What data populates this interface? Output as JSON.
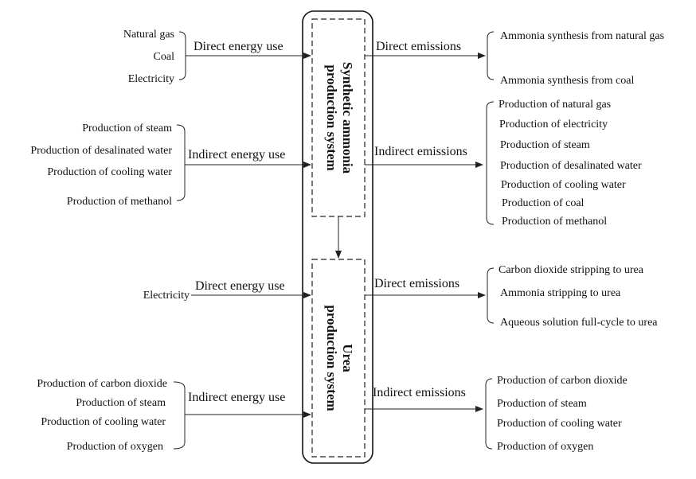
{
  "systems": {
    "synthetic": {
      "line1": "Synthetic ammonia",
      "line2": "production system"
    },
    "urea": {
      "line1": "Urea",
      "line2": "production system"
    }
  },
  "flows": {
    "direct_energy_use": "Direct energy use",
    "indirect_energy_use": "Indirect energy use",
    "direct_emissions": "Direct emissions",
    "indirect_emissions": "Indirect emissions"
  },
  "ammonia_direct_inputs": [
    "Natural gas",
    "Coal",
    "Electricity"
  ],
  "ammonia_indirect_inputs": [
    "Production of steam",
    "Production of desalinated water",
    "Production of cooling water",
    "Production of methanol"
  ],
  "ammonia_direct_outputs": [
    "Ammonia synthesis from natural gas",
    "Ammonia synthesis from coal"
  ],
  "ammonia_indirect_outputs": [
    "Production of natural gas",
    "Production of electricity",
    "Production of steam",
    "Production of desalinated water",
    "Production of cooling water",
    "Production of coal",
    "Production of methanol"
  ],
  "urea_direct_inputs": [
    "Electricity"
  ],
  "urea_indirect_inputs": [
    "Production of carbon dioxide",
    "Production of steam",
    "Production of cooling water",
    "Production of oxygen"
  ],
  "urea_direct_outputs": [
    "Carbon dioxide stripping to urea",
    "Ammonia stripping to urea",
    "Aqueous solution full-cycle to urea"
  ],
  "urea_indirect_outputs": [
    "Production of carbon dioxide",
    "Production of steam",
    "Production of cooling water",
    "Production of oxygen"
  ]
}
